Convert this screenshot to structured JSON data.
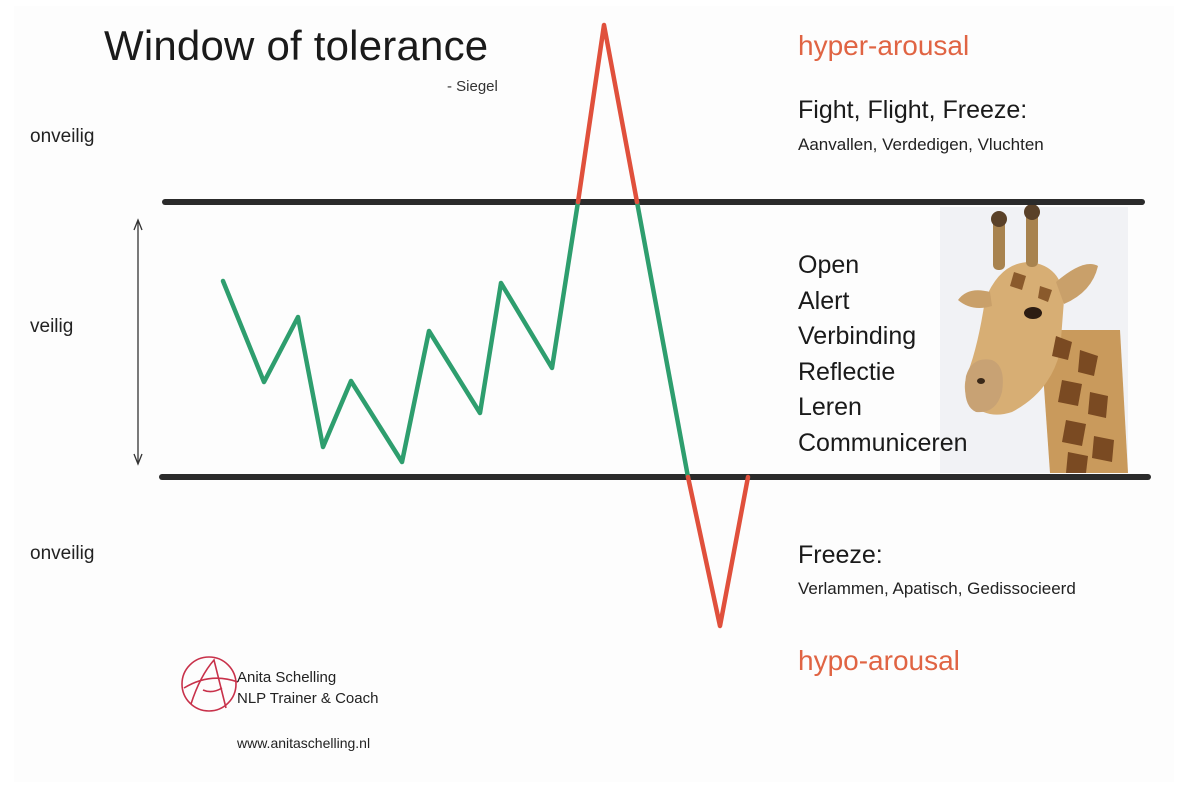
{
  "title": "Window of tolerance",
  "attribution": "- Siegel",
  "zones": {
    "top": "onveilig",
    "middle": "veilig",
    "bottom": "onveilig"
  },
  "hyper": {
    "label": "hyper-arousal",
    "heading": "Fight, Flight, Freeze:",
    "subtext": "Aanvallen, Verdedigen, Vluchten"
  },
  "hypo": {
    "label": "hypo-arousal",
    "heading": "Freeze:",
    "subtext": "Verlammen, Apatisch, Gedissocieerd"
  },
  "window_states": [
    "Open",
    "Alert",
    "Verbinding",
    "Reflectie",
    "Leren",
    "Communiceren"
  ],
  "branding": {
    "name": "Anita Schelling",
    "role": "NLP Trainer & Coach",
    "website": "www.anitaschelling.nl"
  },
  "colors": {
    "safe_line": "#2e9e6e",
    "unsafe_line": "#e0503c",
    "boundary": "#2b2b2b",
    "arousal_text": "#e06443",
    "logo": "#c8314a"
  },
  "image": "giraffe-photo"
}
